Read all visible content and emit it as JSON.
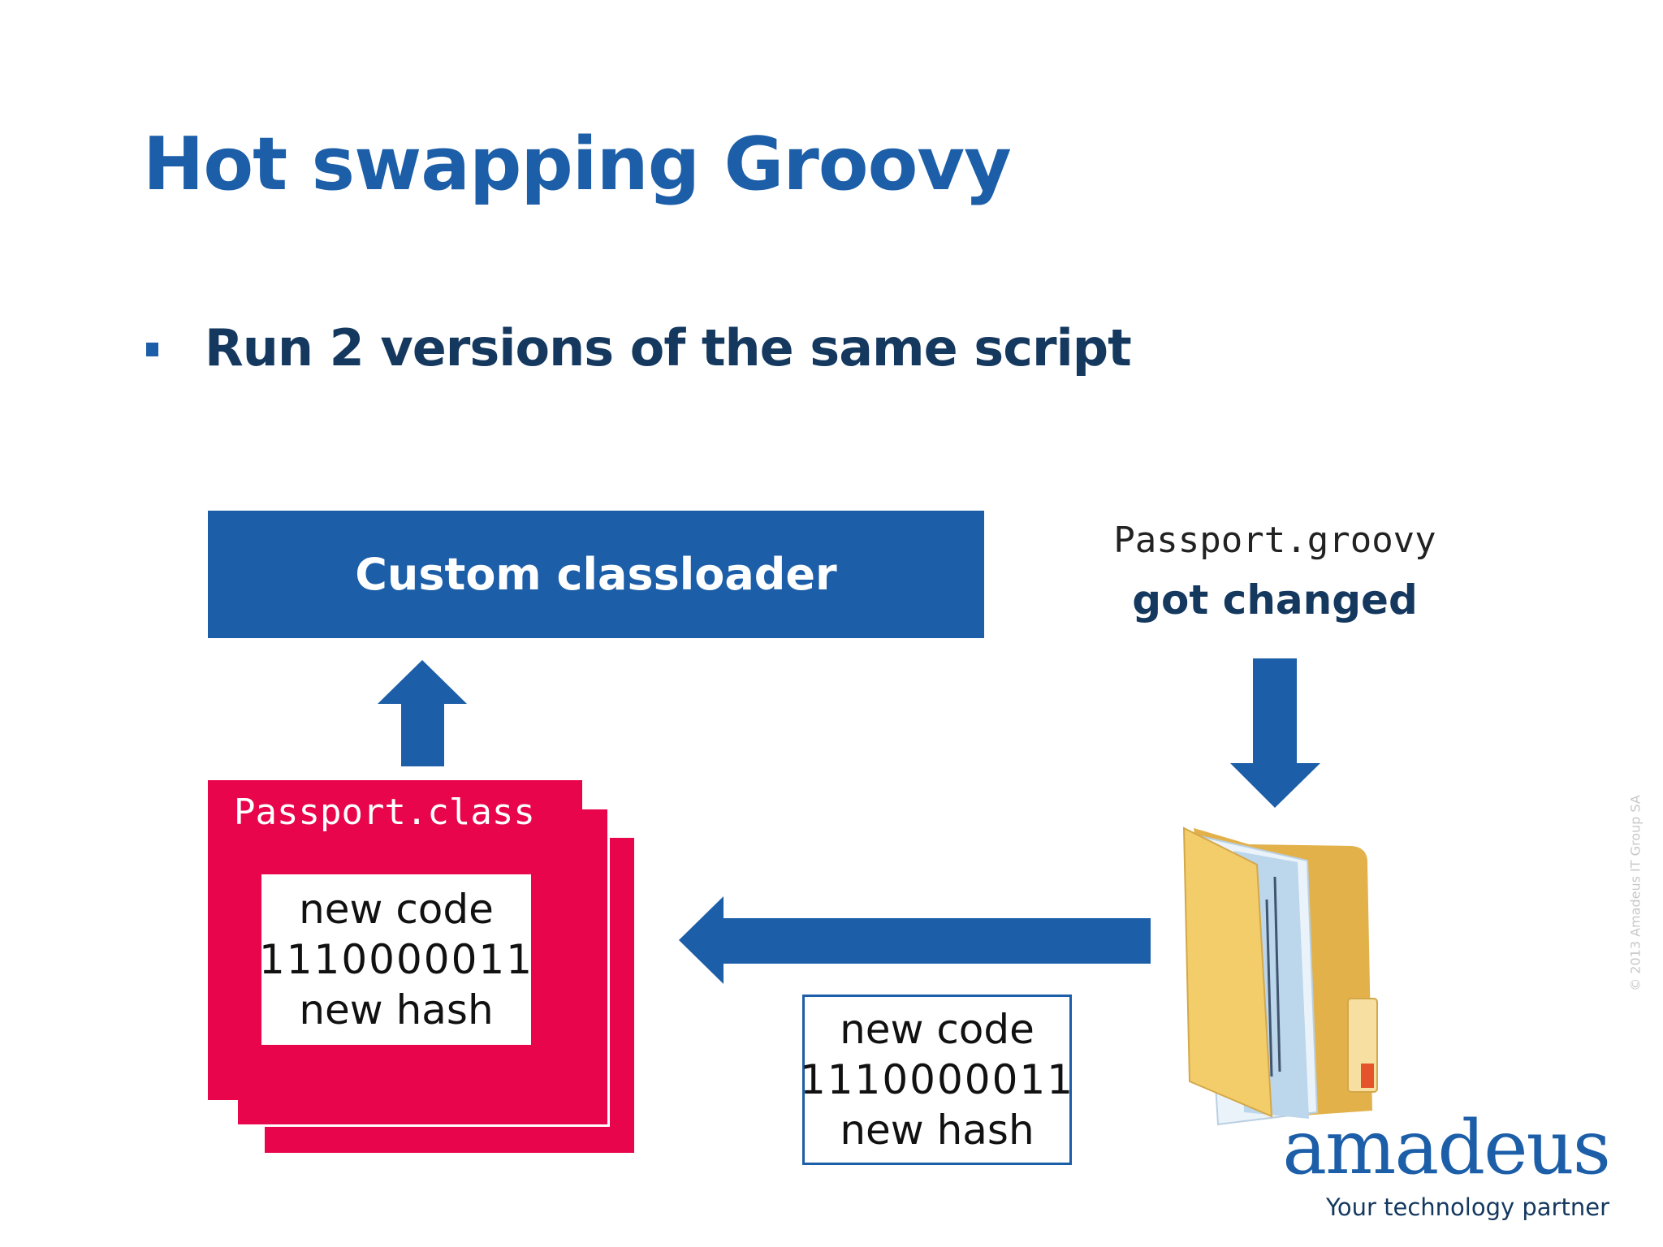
{
  "slide": {
    "title": "Hot swapping Groovy",
    "bullet": "Run 2 versions of the same script"
  },
  "diagram": {
    "classloader_label": "Custom classloader",
    "changed_file": "Passport.groovy",
    "changed_label": "got changed",
    "class_card": {
      "title": "Passport.class",
      "lines": [
        "new code",
        "1110000011",
        "new hash"
      ]
    },
    "payload": {
      "lines": [
        "new code",
        "1110000011",
        "new hash"
      ]
    },
    "icons": [
      "folder-icon",
      "up-arrow-icon",
      "down-arrow-icon",
      "left-arrow-icon"
    ]
  },
  "branding": {
    "logo": "amadeus",
    "tagline": "Your technology partner",
    "copyright": "© 2013 Amadeus IT Group SA"
  },
  "colors": {
    "brand_blue": "#1c5ea8",
    "dark_navy": "#15385f",
    "card_red": "#e8054b",
    "folder_yellow": "#f4cd6b"
  }
}
